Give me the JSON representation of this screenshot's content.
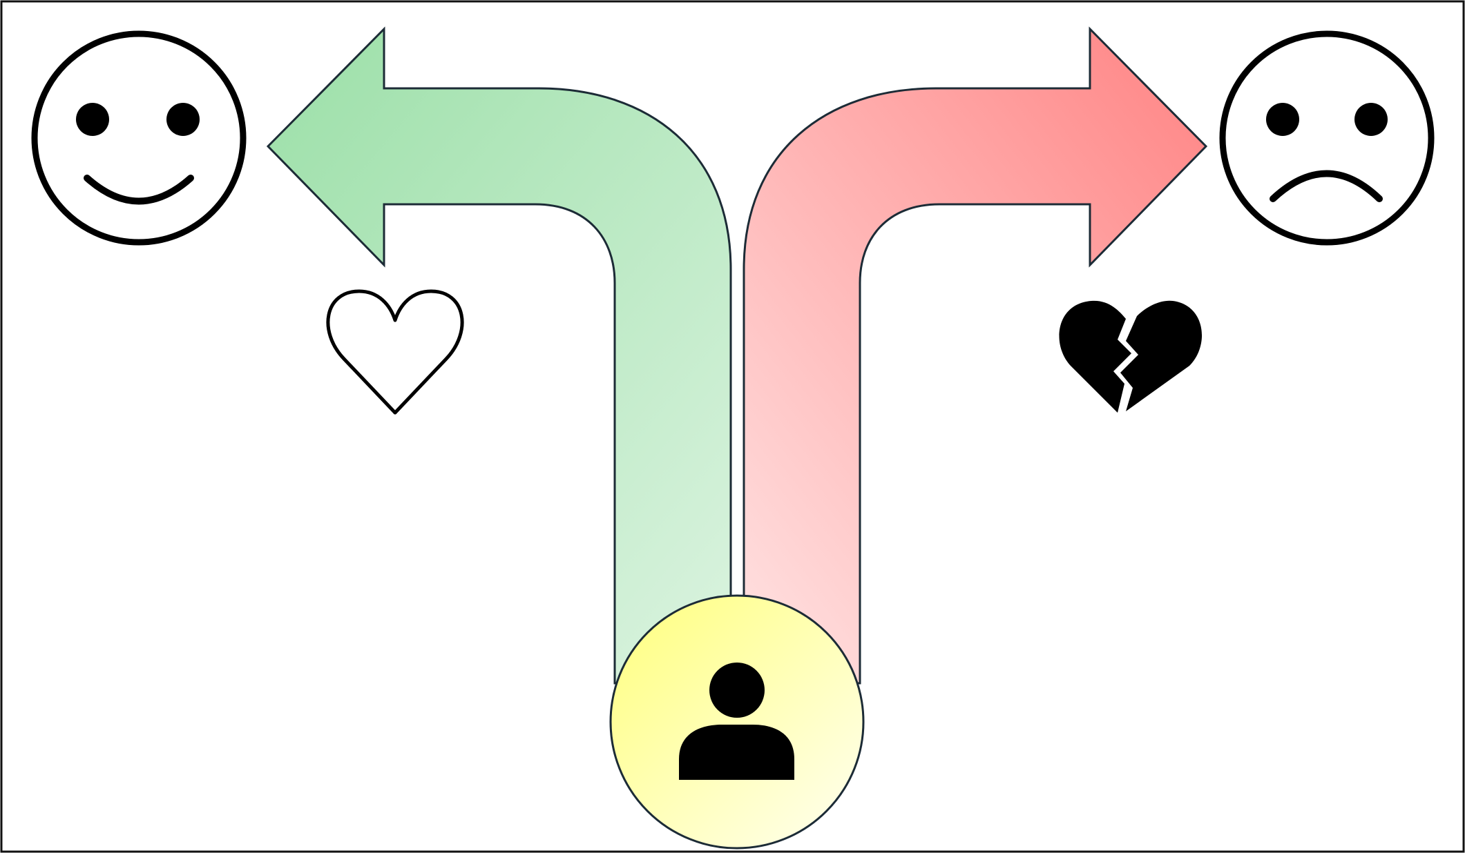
{
  "diagram": {
    "description_free": true,
    "nodes": [
      {
        "id": "person",
        "icon": "person-icon",
        "fill_start": "#ffff88",
        "fill_end": "#ffffe6"
      },
      {
        "id": "happy-outcome",
        "icon": "happy-face-icon"
      },
      {
        "id": "sad-outcome",
        "icon": "sad-face-icon"
      },
      {
        "id": "love",
        "icon": "heart-outline-icon"
      },
      {
        "id": "heartbreak",
        "icon": "broken-heart-icon"
      }
    ],
    "paths": [
      {
        "id": "left-arrow",
        "direction": "left",
        "leads_to": "happy-outcome",
        "color_start": "#9ee0aa",
        "color_end": "#daf3df"
      },
      {
        "id": "right-arrow",
        "direction": "right",
        "leads_to": "sad-outcome",
        "color_start": "#ff8585",
        "color_end": "#ffe1e1"
      }
    ],
    "colors": {
      "frame": "#111111",
      "arrow_stroke": "#1c2b36",
      "icon": "#000000",
      "background": "#ffffff"
    }
  }
}
